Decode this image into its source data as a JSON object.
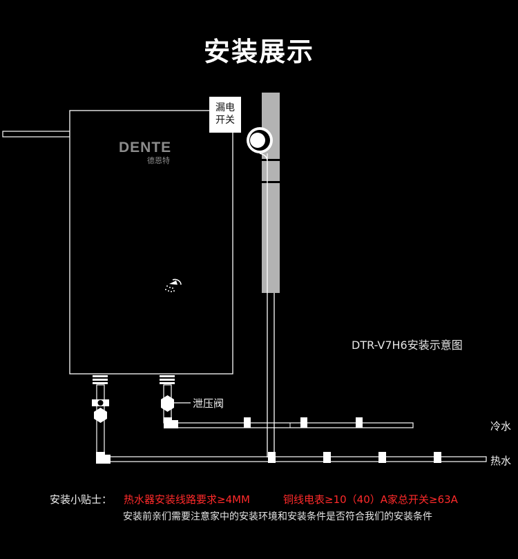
{
  "title": "安装展示",
  "brand": {
    "logo_text": "DENTE",
    "logo_subtext": "德恩特"
  },
  "labels": {
    "leakage_switch_line1": "漏电",
    "leakage_switch_line2": "开关",
    "relief_valve": "泄压阀",
    "cold_water": "冷水",
    "hot_water": "热水",
    "caption": "DTR-V7H6安装示意图"
  },
  "tips": {
    "heading": "安装小贴士：",
    "requirement_1": "热水器安装线路要求≥4MM",
    "requirement_2": "铜线电表≥10（40）A家总开关≥63A",
    "note": "安装前亲们需要注意家中的安装环境和安装条件是否符合我们的安装条件"
  },
  "colors": {
    "background": "#000000",
    "line": "#ffffff",
    "warning_text": "#ff2a2a",
    "pipe_gray": "#b3b3b3"
  },
  "icons": [
    "shower-icon",
    "leakage-switch-icon",
    "valve-icon",
    "pipe-joint-icon"
  ]
}
